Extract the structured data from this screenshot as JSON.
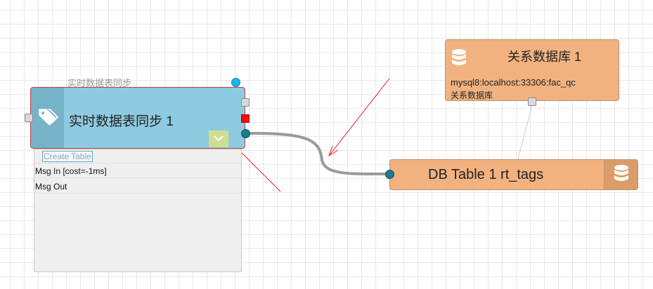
{
  "sync_node": {
    "caption": "实时数据表同步",
    "title": "实时数据表同步 1",
    "icon": "tags-icon",
    "collapse_icon": "chevron-down-icon"
  },
  "panel": {
    "create_table_label": "Create Table",
    "msg_in": "Msg In [cost=-1ms]",
    "msg_out": "Msg Out"
  },
  "db_node": {
    "title": "关系数据库 1",
    "connection": "mysql8:localhost:33306:fac_qc",
    "type_label": "关系数据库",
    "icon": "database-icon"
  },
  "table_node": {
    "title": "DB Table 1 rt_tags",
    "icon": "database-icon"
  },
  "colors": {
    "sync_node_bg": "#8ecae0",
    "db_node_bg": "#f2b27f",
    "link_gray": "#9a9a9a",
    "annotation_red": "#dd2222"
  }
}
